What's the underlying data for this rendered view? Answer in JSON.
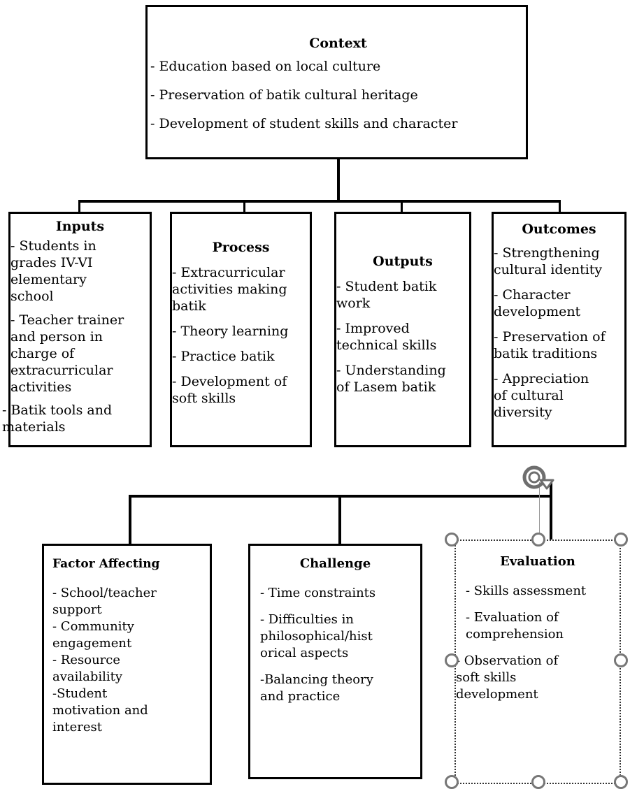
{
  "context": {
    "title": "Context",
    "items": [
      "- Education based on local culture",
      "- Preservation of batik cultural heritage",
      "- Development of student skills and character"
    ]
  },
  "inputs": {
    "title": "Inputs",
    "items": [
      "- Students in\ngrades IV-VI\nelementary\nschool",
      "- Teacher trainer\nand person in\ncharge of\nextracurricular\nactivities",
      "- Batik tools and\nmaterials"
    ]
  },
  "process": {
    "title": "Process",
    "items": [
      "- Extracurricular\nactivities making\nbatik",
      "- Theory learning",
      "- Practice batik",
      "- Development of\nsoft skills"
    ]
  },
  "outputs": {
    "title": "Outputs",
    "items": [
      "- Student batik\nwork",
      "- Improved\ntechnical skills",
      "- Understanding\nof Lasem batik"
    ]
  },
  "outcomes": {
    "title": "Outcomes",
    "items": [
      "- Strengthening\ncultural identity",
      "- Character\ndevelopment",
      "- Preservation of\nbatik traditions",
      "- Appreciation\nof cultural\ndiversity"
    ]
  },
  "factor": {
    "title": "Factor Affecting",
    "items": [
      "- School/teacher\nsupport",
      "- Community\nengagement",
      "- Resource\navailability",
      "-Student\nmotivation and\ninterest"
    ]
  },
  "challenge": {
    "title": "Challenge",
    "items": [
      "- Time constraints",
      "- Difficulties in\nphilosophical/hist\norical aspects",
      "-Balancing theory\nand practice"
    ]
  },
  "evaluation": {
    "title": "Evaluation",
    "items": [
      "- Skills assessment",
      "- Evaluation of\ncomprehension",
      "- Observation of\nsoft skills\ndevelopment"
    ]
  },
  "icons": {
    "rotate": "rotate-icon",
    "selection_handle": "selection-handle"
  }
}
